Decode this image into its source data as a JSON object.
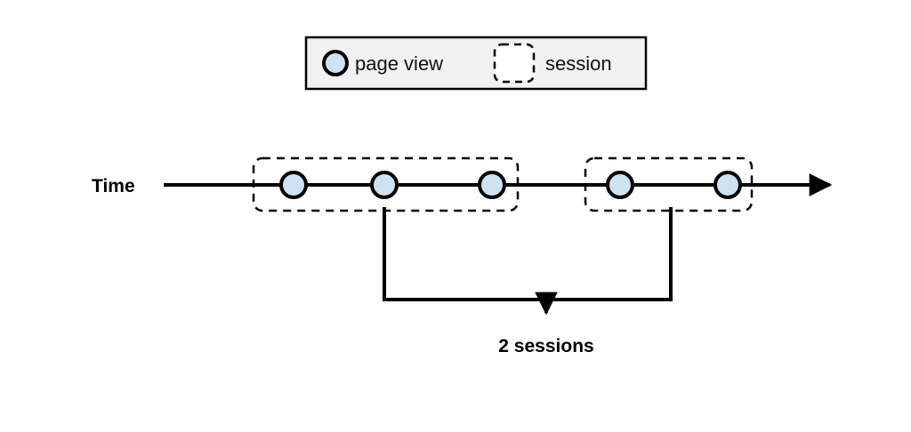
{
  "diagram": {
    "title_text": "",
    "legend": {
      "box_fill": "#f1f1f1",
      "box_stroke": "#000000",
      "items": [
        {
          "key": "page-view",
          "label": "page view",
          "swatch": "circle-swatch",
          "fill": "#cfe2f3",
          "stroke": "#000000"
        },
        {
          "key": "session",
          "label": "session",
          "swatch": "dashed-rounded-square-swatch",
          "fill": "#ffffff",
          "stroke": "#000000"
        }
      ]
    },
    "timeline": {
      "axis_label": "Time",
      "axis_color": "#000000",
      "arrow_direction": "right",
      "page_views": [
        {
          "index": 1,
          "label": "",
          "session": 1
        },
        {
          "index": 2,
          "label": "",
          "session": 1
        },
        {
          "index": 3,
          "label": "",
          "session": 1
        },
        {
          "index": 4,
          "label": "",
          "session": 2
        },
        {
          "index": 5,
          "label": "",
          "session": 2
        }
      ],
      "sessions": [
        {
          "index": 1,
          "page_view_count": 3
        },
        {
          "index": 2,
          "page_view_count": 2
        }
      ]
    },
    "callout": {
      "label": "2 sessions",
      "count": 2,
      "connector_color": "#000000",
      "arrow_direction": "down"
    },
    "colors": {
      "page_view_fill": "#cfe2f3",
      "stroke": "#000000",
      "legend_background": "#f1f1f1",
      "canvas": "#ffffff"
    }
  }
}
